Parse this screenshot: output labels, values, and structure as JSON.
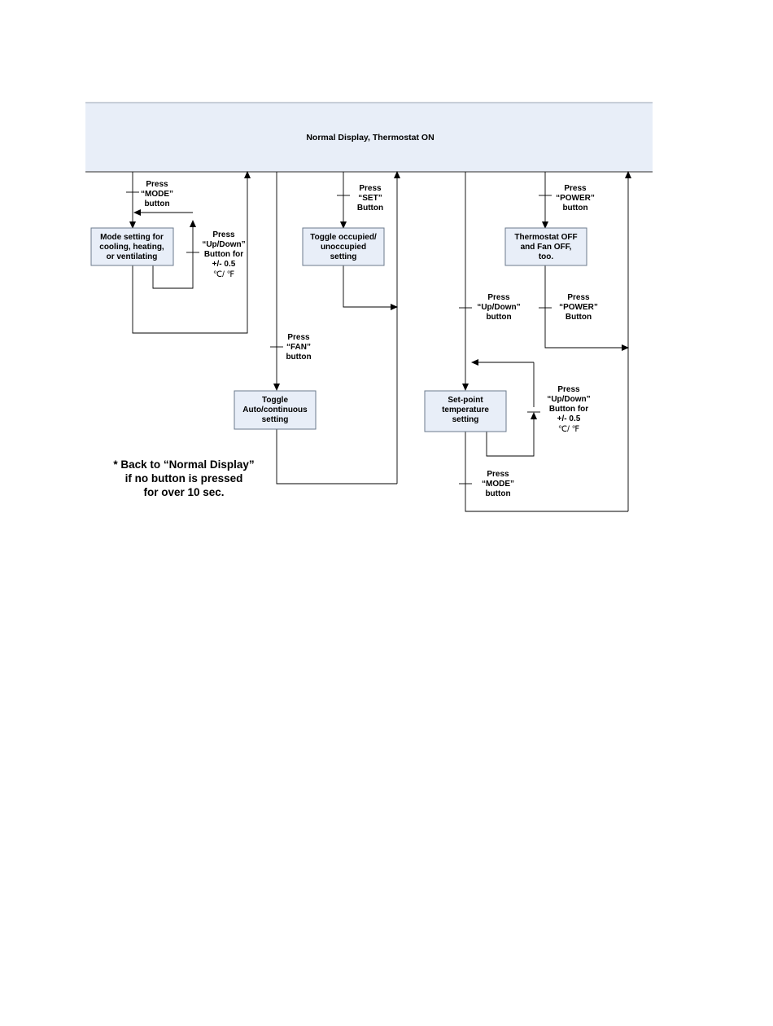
{
  "header": {
    "label": "Normal Display, Thermostat ON"
  },
  "nodes": {
    "mode_setting": [
      "Mode setting for",
      "cooling, heating,",
      "or ventilating"
    ],
    "toggle_occupied": [
      "Toggle occupied/",
      "unoccupied",
      "setting"
    ],
    "thermostat_off": [
      "Thermostat OFF",
      "and Fan   OFF,",
      "too."
    ],
    "toggle_fan": [
      "Toggle",
      "Auto/continuous",
      "setting"
    ],
    "setpoint": [
      "Set-point",
      "temperature",
      "setting"
    ]
  },
  "edge_labels": {
    "press_mode_1": [
      "Press",
      "“MODE”",
      "button"
    ],
    "press_updown_mode": [
      "Press",
      "“Up/Down”",
      "Button for",
      "+/- 0.5",
      "℃/ ℉"
    ],
    "press_set": [
      "Press",
      "“SET”",
      "Button"
    ],
    "press_power_1": [
      "Press",
      "“POWER”",
      "button"
    ],
    "press_power_2": [
      "Press",
      "“POWER”",
      "Button"
    ],
    "press_fan": [
      "Press",
      "“FAN”",
      "button"
    ],
    "press_updown_1": [
      "Press",
      "“Up/Down”",
      "button"
    ],
    "press_updown_setpoint": [
      "Press",
      "“Up/Down”",
      "Button for",
      "+/- 0.5",
      "℃/ ℉"
    ],
    "press_mode_2": [
      "Press",
      "“MODE”",
      "button"
    ]
  },
  "note": [
    "* Back to “Normal Display”",
    "if no button is pressed",
    "for over 10 sec."
  ]
}
